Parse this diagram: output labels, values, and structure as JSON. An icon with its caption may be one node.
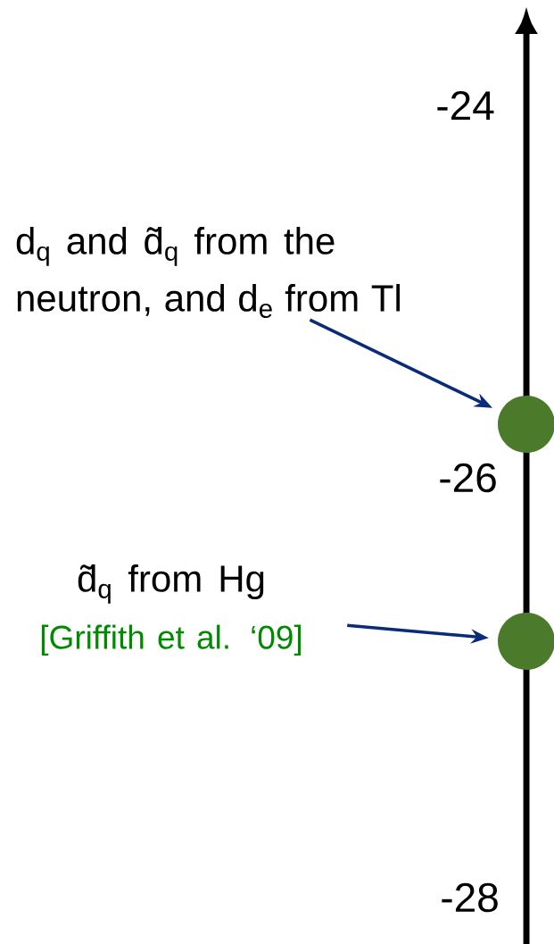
{
  "diagram": {
    "nodes": [
      {
        "text": [
          "d$_{q}$ and d̃$_{q}$ from the neutron, and d$_{e}$ from Tl"
        ]
      },
      {
        "text": [],
        "shape": "circle"
      },
      {
        "text": [
          "d̃$_{q}$ from Hg",
          "[Griffith et al. ‘09]"
        ]
      },
      {
        "text": [],
        "shape": "circle"
      }
    ],
    "edges": [
      {
        "from": 0,
        "to": 1,
        "arrow": "to"
      },
      {
        "from": 2,
        "to": 3,
        "arrow": "to"
      }
    ],
    "labels": [
      "-24",
      "-26",
      "-28"
    ]
  }
}
